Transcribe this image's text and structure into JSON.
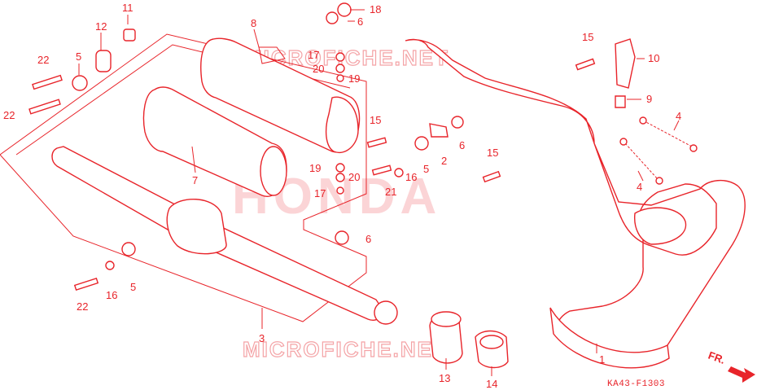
{
  "watermarks": {
    "brand": "HONDA",
    "site_top": "MICROFICHE.NET",
    "site_bottom": "MICROFICHE.NET"
  },
  "diagram_code": "KA43-F1303",
  "direction_label": "FR.",
  "callouts": {
    "c1": "1",
    "c2": "2",
    "c3": "3",
    "c4a": "4",
    "c4b": "4",
    "c5a": "5",
    "c5b": "5",
    "c5c": "5",
    "c6a": "6",
    "c6b": "6",
    "c6c": "6",
    "c7": "7",
    "c8": "8",
    "c9": "9",
    "c10": "10",
    "c11": "11",
    "c12": "12",
    "c13": "13",
    "c14": "14",
    "c15a": "15",
    "c15b": "15",
    "c15c": "15",
    "c16a": "16",
    "c16b": "16",
    "c17a": "17",
    "c17b": "17",
    "c18": "18",
    "c19a": "19",
    "c19b": "19",
    "c20a": "20",
    "c20b": "20",
    "c21": "21",
    "c22a": "22",
    "c22b": "22",
    "c22c": "22"
  },
  "colors": {
    "ink": "#e8242a",
    "watermark": "#f4a3a6",
    "background": "#ffffff"
  }
}
